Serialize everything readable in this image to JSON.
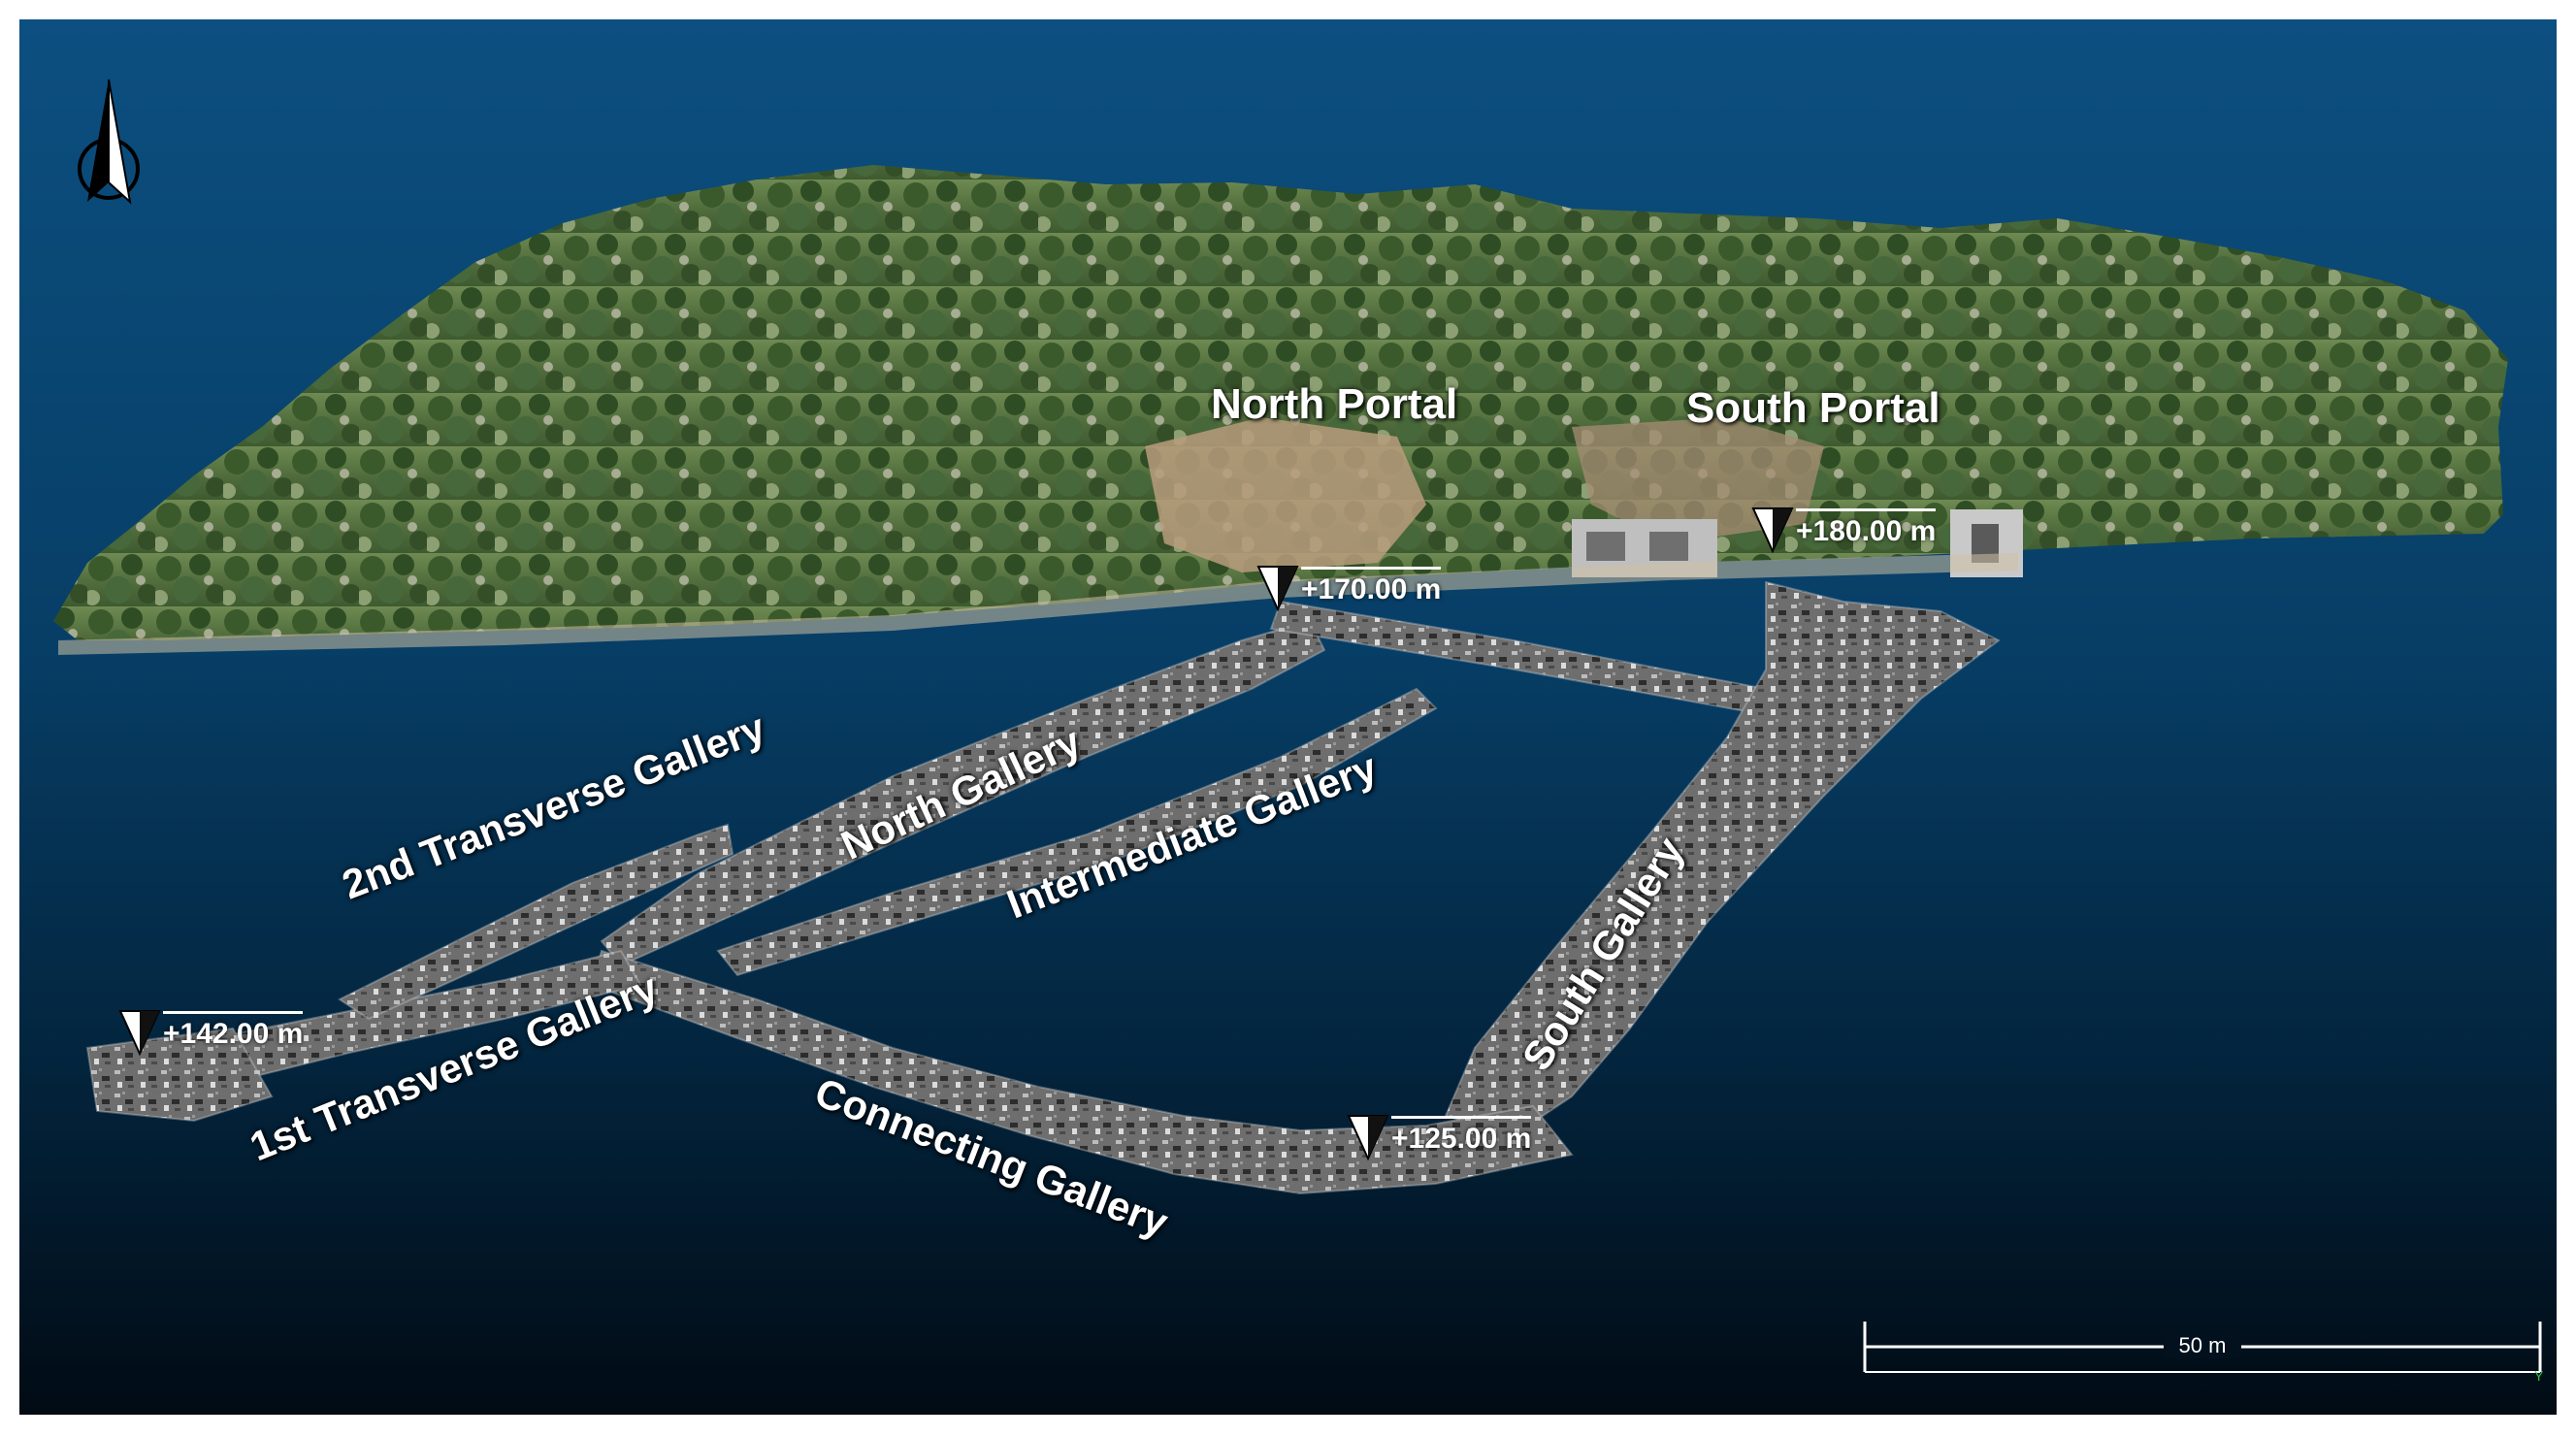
{
  "portals": {
    "north": "North Portal",
    "south": "South Portal"
  },
  "galleries": {
    "second_transverse": "2nd Transverse Gallery",
    "first_transverse": "1st Transverse Gallery",
    "north": "North Gallery",
    "intermediate": "Intermediate Gallery",
    "connecting": "Connecting Gallery",
    "south": "South Gallery"
  },
  "elevations": {
    "north_portal": "+170.00 m",
    "south_portal": "+180.00 m",
    "west_end": "+142.00 m",
    "lowest": "+125.00 m"
  },
  "scale": {
    "label": "50 m",
    "axis_letter": "Y"
  },
  "icons": {
    "north_arrow": "north-arrow-icon",
    "elevation_marker": "elevation-triangle-icon"
  },
  "colors": {
    "sky_top": "#0c4f80",
    "sky_bottom": "#010b14",
    "vegetation": "#5f7b45",
    "rock": "#b99c7c",
    "tunnel": "#9a9a9a",
    "label": "#ffffff"
  }
}
